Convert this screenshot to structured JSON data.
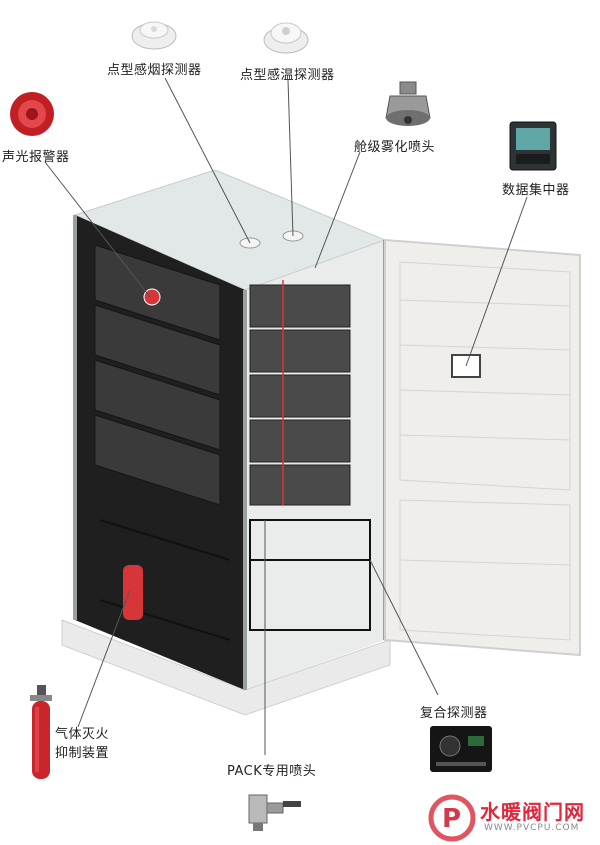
{
  "labels": {
    "smoke_detector": "点型感烟探测器",
    "heat_detector": "点型感温探测器",
    "sound_light_alarm": "声光报警器",
    "cabin_mist_nozzle": "舱级雾化喷头",
    "data_concentrator": "数据集中器",
    "gas_extinguisher_line1": "气体灭火",
    "gas_extinguisher_line2": "抑制装置",
    "pack_nozzle": "PACK专用喷头",
    "composite_detector": "复合探测器"
  },
  "watermark": {
    "title": "水暖阀门网",
    "url": "WWW.PVCPU.COM"
  },
  "colors": {
    "accent_red": "#d6363a",
    "leader_line": "#555555",
    "cabinet_dark": "#2b2b2b",
    "door_panel": "#efeeeb"
  }
}
